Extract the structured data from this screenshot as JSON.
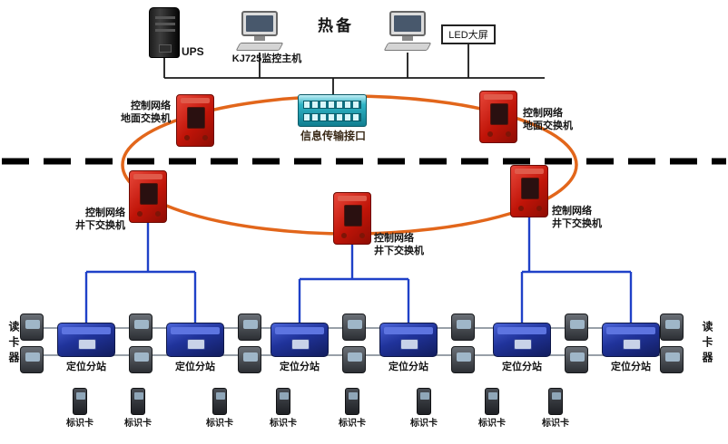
{
  "diagram": {
    "top": {
      "ups_label": "UPS",
      "host_label": "KJ725监控主机",
      "hot_standby_label": "热备",
      "led_screen_label": "LED大屏"
    },
    "ring": {
      "interface_label": "信息传输接口",
      "surface_switches": [
        {
          "label": "控制网络\n地面交换机"
        },
        {
          "label": "控制网络\n地面交换机"
        }
      ],
      "underground_switches": [
        {
          "label": "控制网络\n井下交换机"
        },
        {
          "label": "控制网络\n井下交换机"
        },
        {
          "label": "控制网络\n井下交换机"
        }
      ]
    },
    "field": {
      "substations": [
        {
          "label": "定位分站"
        },
        {
          "label": "定位分站"
        },
        {
          "label": "定位分站"
        },
        {
          "label": "定位分站"
        },
        {
          "label": "定位分站"
        },
        {
          "label": "定位分站"
        }
      ],
      "reader_side_labels": [
        {
          "label": "读卡器"
        },
        {
          "label": "读卡器"
        }
      ],
      "tags": [
        {
          "label": "标识卡"
        },
        {
          "label": "标识卡"
        },
        {
          "label": "标识卡"
        },
        {
          "label": "标识卡"
        },
        {
          "label": "标识卡"
        },
        {
          "label": "标识卡"
        },
        {
          "label": "标识卡"
        },
        {
          "label": "标识卡"
        }
      ]
    },
    "colors": {
      "ring_orange": "#e2661b",
      "switch_red": "#c01408",
      "substation_blue": "#20339b",
      "link_blue": "#1f41c8",
      "reader_line_gray": "#98a0a8",
      "interface_teal": "#2fb4c6",
      "divider_black": "#000000"
    },
    "icons": {
      "ups": "ups-tower-icon",
      "computer": "desktop-computer-icon",
      "interface": "transmission-interface-icon",
      "switch": "mine-flameproof-switch-icon",
      "substation": "positioning-substation-icon",
      "reader": "card-reader-icon",
      "tag": "id-tag-icon"
    }
  }
}
